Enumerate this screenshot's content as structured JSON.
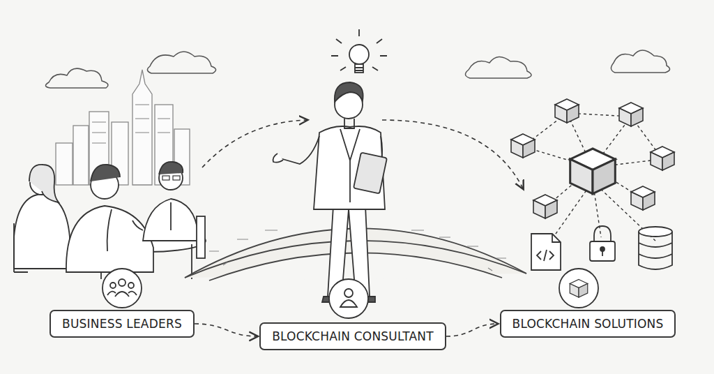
{
  "diagram": {
    "nodes": [
      {
        "text": [
          "BUSINESS LEADERS"
        ]
      },
      {
        "text": [
          "BLOCKCHAIN CONSULTANT"
        ]
      },
      {
        "text": [
          "BLOCKCHAIN SOLUTIONS"
        ]
      }
    ],
    "edges": [
      {
        "from": 0,
        "to": 1,
        "arrow": "to"
      },
      {
        "from": 1,
        "to": 2,
        "arrow": "to"
      }
    ]
  }
}
